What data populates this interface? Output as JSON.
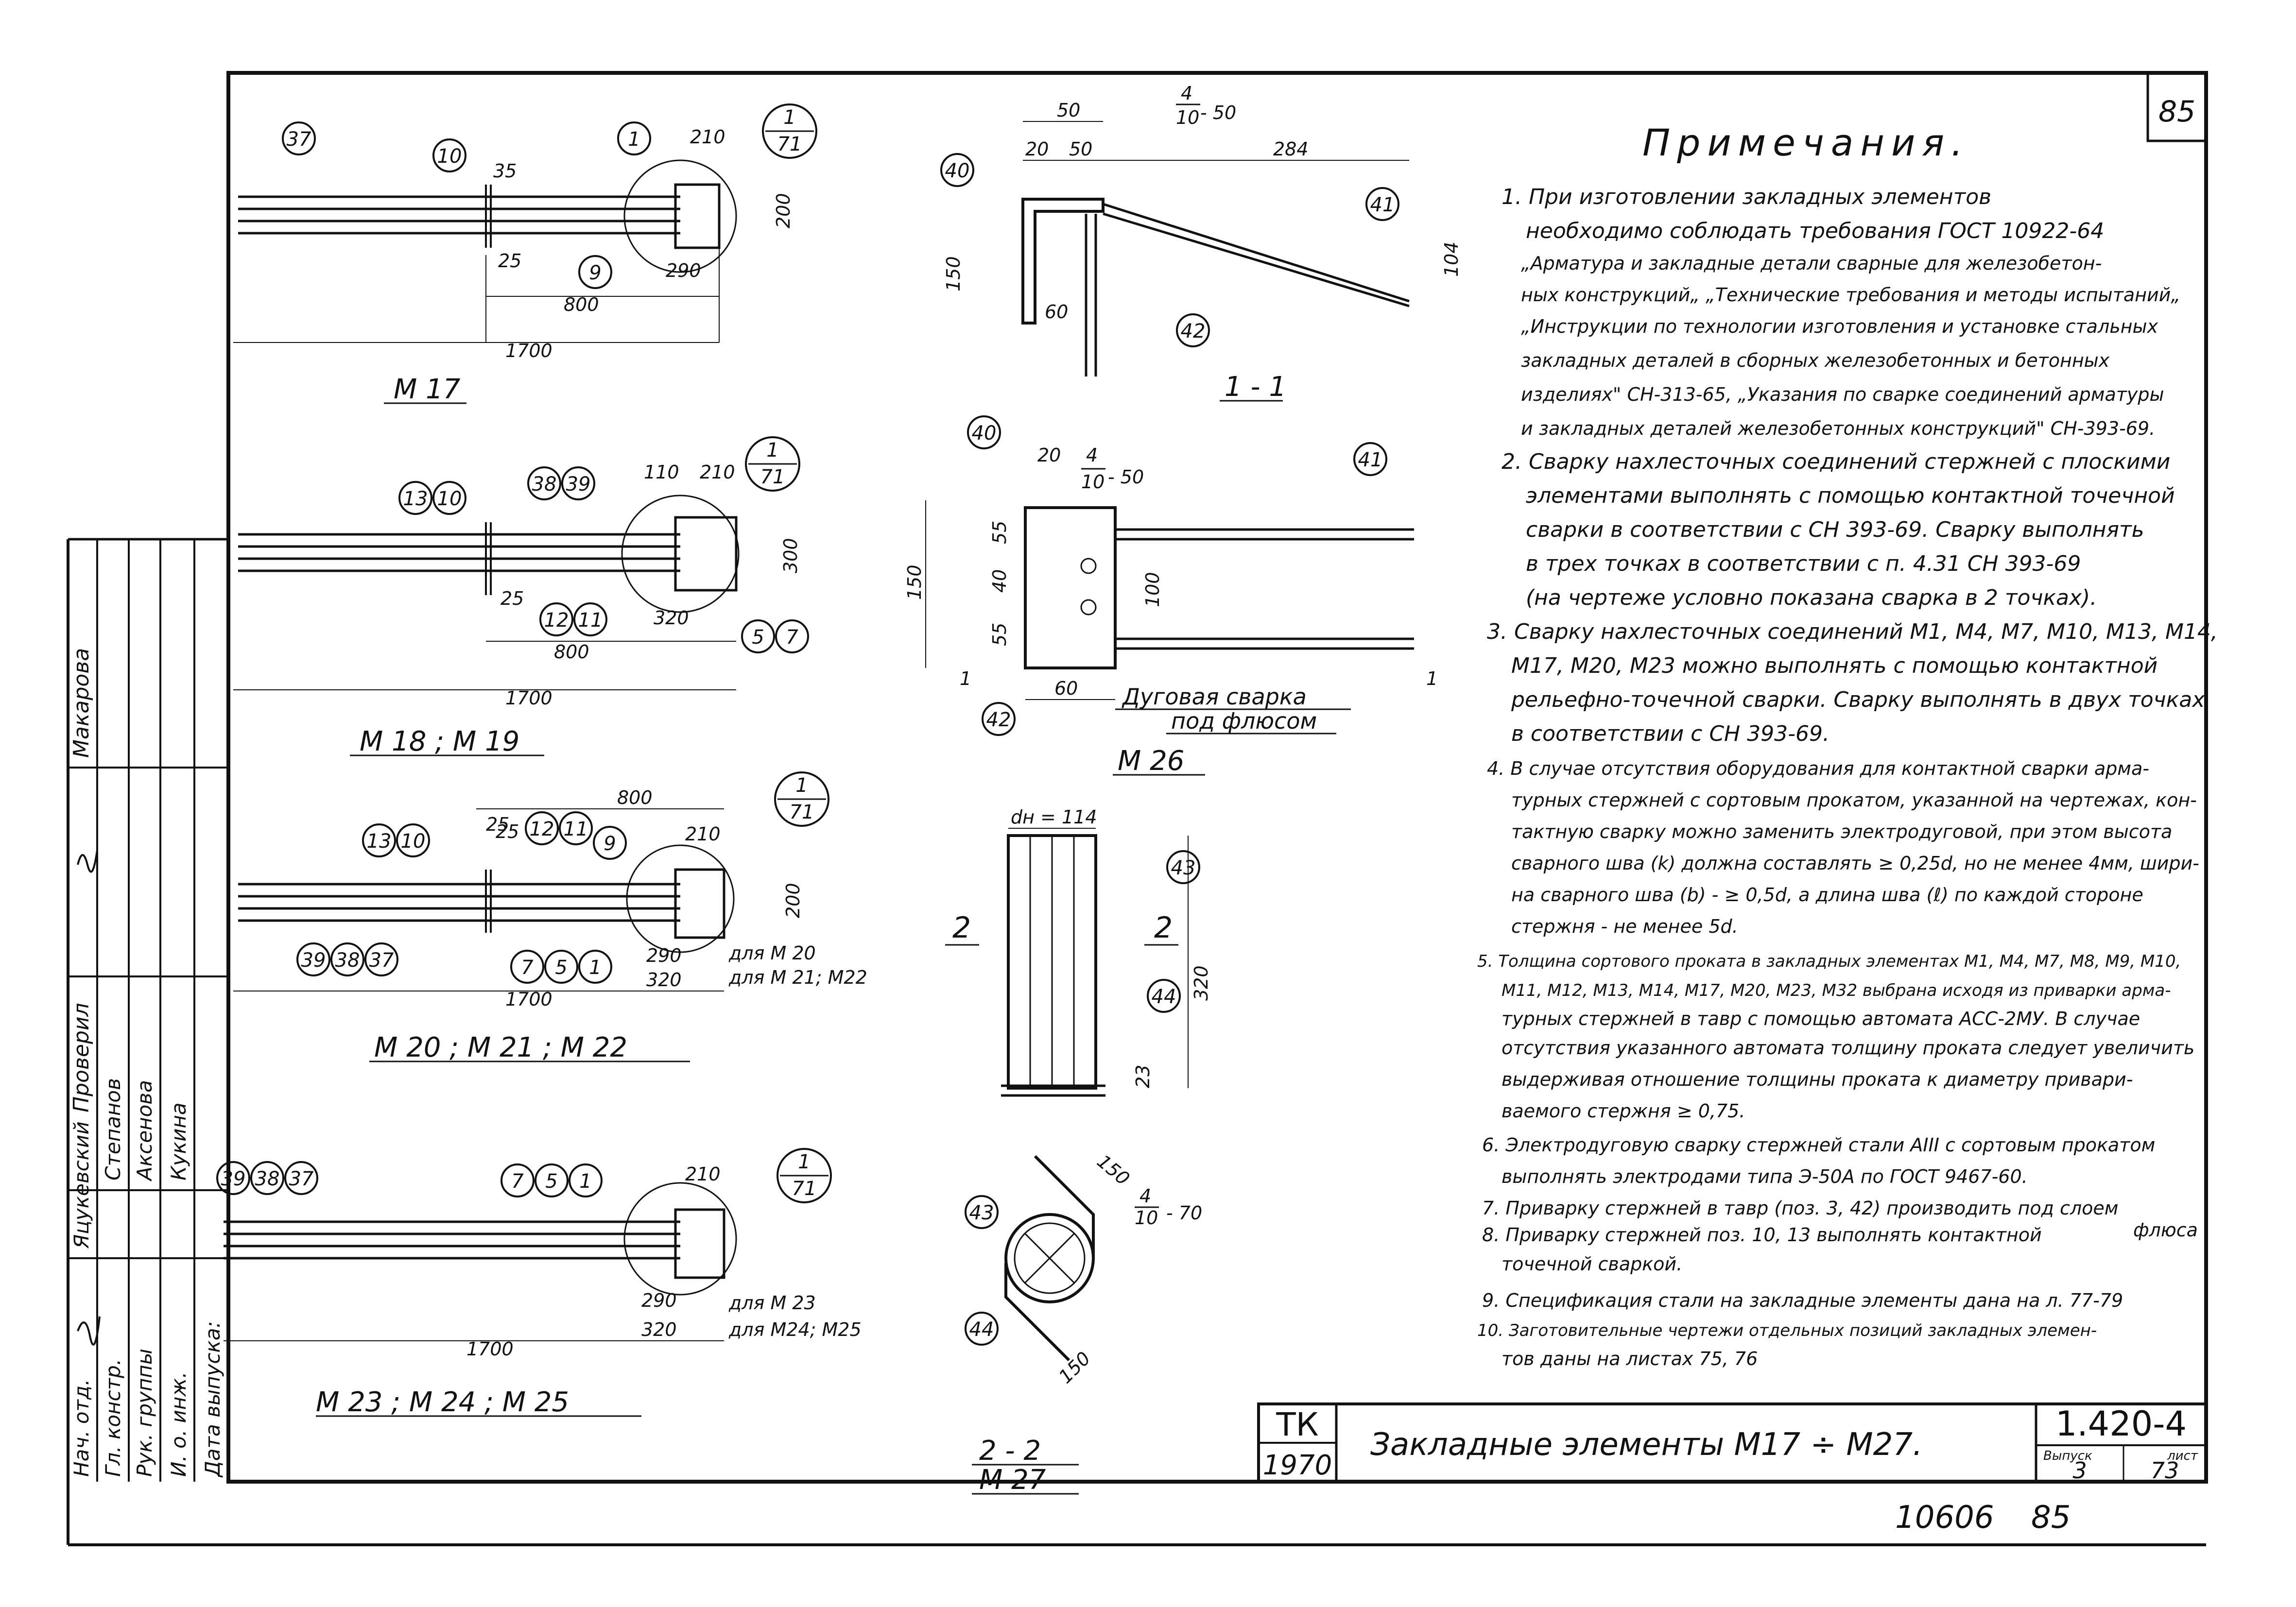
{
  "sheet": {
    "page_number": "85",
    "bottom_number": "10606",
    "bottom_page": "85"
  },
  "notes": {
    "title": "Примечания.",
    "items": [
      "1. При изготовлении закладных элементов",
      "необходимо соблюдать требования ГОСТ 10922-64",
      "„Арматура и закладные детали сварные для железобетон-",
      "ных конструкций„ „Технические требования и методы испытаний„",
      "„Инструкции по технологии изготовления и установке стальных",
      "закладных деталей в сборных железобетонных и бетонных",
      "изделиях\" СН-313-65, „Указания по сварке соединений арматуры",
      "и закладных деталей железобетонных конструкций\" СН-393-69.",
      "2. Сварку нахлесточных соединений стержней с плоскими",
      "элементами выполнять с помощью контактной точечной",
      "сварки в соответствии с СН 393-69. Сварку выполнять",
      "в трех точках в соответствии с п. 4.31 СН 393-69",
      "(на чертеже условно показана сварка в 2 точках).",
      "3. Сварку нахлесточных соединений М1, М4, М7, М10, М13, М14,",
      "М17, М20, М23 можно выполнять с помощью контактной",
      "рельефно-точечной сварки. Сварку выполнять в двух точках",
      "в соответствии с СН 393-69.",
      "4. В случае отсутствия оборудования для контактной сварки арма-",
      "турных стержней с сортовым прокатом, указанной на чертежах, кон-",
      "тактную сварку можно заменить электродуговой, при этом высота",
      "сварного шва (k) должна составлять ≥ 0,25d, но не менее 4мм, шири-",
      "на сварного шва (b) - ≥ 0,5d, а длина шва (ℓ) по каждой стороне",
      "стержня - не менее 5d.",
      "5. Толщина сортового проката в закладных элементах М1, М4, М7, М8, М9, М10,",
      "М11, М12, М13, М14, М17, М20, М23, М32 выбрана исходя из приварки арма-",
      "турных стержней в тавр с помощью автомата АСС-2МУ. В случае",
      "отсутствия указанного автомата толщину проката следует увеличить",
      "выдерживая отношение толщины проката к диаметру привари-",
      "ваемого стержня ≥ 0,75.",
      "6. Электродуговую сварку стержней стали АIII с сортовым прокатом",
      "выполнять электродами типа Э-50А по ГОСТ 9467-60.",
      "7. Приварку стержней в тавр (поз. 3, 42) производить под слоем",
      "8. Приварку стержней поз. 10, 13 выполнять контактной",
      "точечной сваркой.",
      "9. Спецификация стали на закладные элементы дана на л. 77-79",
      "10. Заготовительные чертежи отдельных позиций закладных элемен-",
      "тов даны на листах 75, 76"
    ],
    "flux_word": "флюса"
  },
  "title_block": {
    "org": "ТК",
    "year": "1970",
    "title": "Закладные элементы М17 ÷ М27.",
    "code": "1.420-4",
    "issue_label": "Выпуск",
    "issue": "3",
    "sheet_label": "лист",
    "sheet": "73"
  },
  "side_block": {
    "roles": [
      "Нач. отд.",
      "Гл. констр.",
      "Рук. группы",
      "И. о. инж.",
      "Дата выпуска:"
    ],
    "names": [
      "Яцукевский",
      "Степанов",
      "Аксенова",
      "Кукина"
    ],
    "proverila_label": "Проверил",
    "proverila_name": "Макарова"
  },
  "views": {
    "m17": {
      "label": "М 17",
      "bubbles": [
        "37",
        "10",
        "9",
        "1"
      ],
      "ref": {
        "top": "1",
        "bottom": "71"
      },
      "dims": [
        "210",
        "35",
        "25",
        "290",
        "200",
        "800",
        "1700"
      ]
    },
    "m18": {
      "label": "М 18 ; М 19",
      "bubbles": [
        "13",
        "10",
        "38",
        "39",
        "12",
        "11",
        "5",
        "7"
      ],
      "ref": {
        "top": "1",
        "bottom": "71"
      },
      "dims": [
        "110",
        "210",
        "25",
        "320",
        "300",
        "800",
        "1700"
      ]
    },
    "m20": {
      "label": "М 20 ;  М 21 ;  М 22",
      "bubbles": [
        "13",
        "10",
        "25",
        "12",
        "11",
        "9",
        "39",
        "38",
        "37",
        "7",
        "5",
        "1"
      ],
      "ref": {
        "top": "1",
        "bottom": "71"
      },
      "dims": [
        "800",
        "210",
        "25",
        "290",
        "320",
        "200",
        "1700"
      ],
      "captions": [
        "для М 20",
        "для М 21; М22"
      ]
    },
    "m23": {
      "label": "М 23 ; М 24 ;  М 25",
      "bubbles": [
        "39",
        "38",
        "37",
        "7",
        "5",
        "1"
      ],
      "ref": {
        "top": "1",
        "bottom": "71"
      },
      "dims": [
        "210",
        "290",
        "320",
        "1700"
      ],
      "captions": [
        "для М 23",
        "для М24; М25"
      ]
    },
    "sec11": {
      "label": "1 - 1",
      "bubbles": [
        "40",
        "41",
        "42"
      ],
      "dims": [
        "50",
        "20",
        "50",
        "284",
        "150",
        "104",
        "60"
      ],
      "weld": {
        "top": "4",
        "bottom": "10",
        "len": "- 50"
      }
    },
    "m26": {
      "label": "М 26",
      "bubbles": [
        "40",
        "41",
        "42"
      ],
      "dims": [
        "20",
        "150",
        "55",
        "40",
        "55",
        "100",
        "60"
      ],
      "weld": {
        "top": "4",
        "bottom": "10",
        "len": "- 50"
      },
      "note1": "Дуговая сварка",
      "note2": "под флюсом",
      "section_mark": "1"
    },
    "m27side": {
      "bubbles": [
        "43",
        "44"
      ],
      "dims": [
        "dн = 114",
        "320",
        "23"
      ],
      "section_mark": "2"
    },
    "sec22": {
      "label": "2 - 2",
      "sublabel": "М 27",
      "bubbles": [
        "43",
        "44"
      ],
      "dims": [
        "150",
        "150"
      ],
      "weld": {
        "top": "4",
        "bottom": "10",
        "len": "- 70"
      }
    }
  }
}
